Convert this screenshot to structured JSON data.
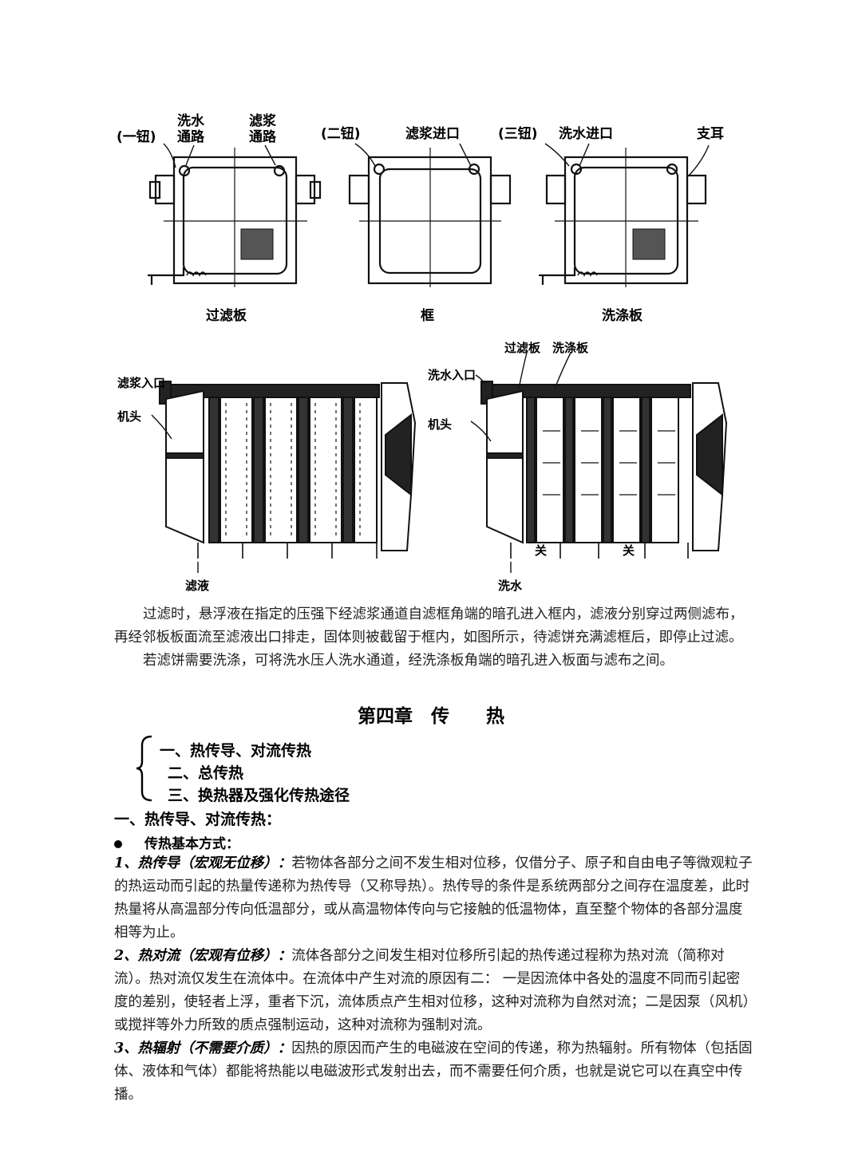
{
  "figure_top": {
    "labels": {
      "yi_niu": "(一钮)",
      "xishui_tonglu_1": "洗水",
      "xishui_tonglu_2": "通路",
      "lvjiang_tonglu_1": "滤浆",
      "lvjiang_tonglu_2": "通路",
      "er_niu": "(二钮)",
      "lvjiang_jinkou": "滤浆进口",
      "san_niu": "(三钮)",
      "xishui_jinkou": "洗水进口",
      "zhi_er": "支耳",
      "guolvban": "过滤板",
      "kuang": "框",
      "xidiban": "洗涤板"
    }
  },
  "figure_bottom": {
    "labels": {
      "lvjiang_rukou": "滤浆入口",
      "jitou_left": "机头",
      "lvye": "滤液",
      "guolvban": "过滤板",
      "xidiban": "洗涤板",
      "xishui_rukou": "洗水入口",
      "jitou_right": "机头",
      "guan_1": "关",
      "guan_2": "关",
      "xishui": "洗水"
    }
  },
  "body": {
    "para1": "过滤时，悬浮液在指定的压强下经滤浆通道自滤框角端的暗孔进入框内，滤液分别穿过两侧滤布，再经邻板板面流至滤液出口排走，固体则被截留于框内，如图所示，待滤饼充满滤框后，即停止过滤。",
    "para2": "若滤饼需要洗涤，可将洗水压人洗水通道，经洗涤板角端的暗孔进入板面与滤布之间。",
    "chapter_title": "第四章　传　　热",
    "toc": [
      "一、热传导、对流传热",
      "二、总传热",
      "三、换热器及强化传热途径"
    ],
    "section1": "一、热传导、对流传热：",
    "bullet": "传热基本方式：",
    "items": [
      {
        "term": "1、热传导（宏观无位移）：",
        "text": "若物体各部分之间不发生相对位移，仅借分子、原子和自由电子等微观粒子的热运动而引起的热量传递称为热传导（又称导热）。热传导的条件是系统两部分之间存在温度差，此时热量将从高温部分传向低温部分，或从高温物体传向与它接触的低温物体，直至整个物体的各部分温度相等为止。"
      },
      {
        "term": "2、热对流（宏观有位移）：",
        "text": "流体各部分之间发生相对位移所引起的热传递过程称为热对流（简称对流）。热对流仅发生在流体中。在流体中产生对流的原因有二：  一是因流体中各处的温度不同而引起密度的差别，使轻者上浮，重者下沉，流体质点产生相对位移，这种对流称为自然对流；二是因泵（风机）或搅拌等外力所致的质点强制运动，这种对流称为强制对流。"
      },
      {
        "term": "3、热辐射（不需要介质）：",
        "text": "因热的原因而产生的电磁波在空间的传递，称为热辐射。所有物体（包括固体、液体和气体）都能将热能以电磁波形式发射出去，而不需要任何介质，也就是说它可以在真空中传播。"
      }
    ]
  }
}
